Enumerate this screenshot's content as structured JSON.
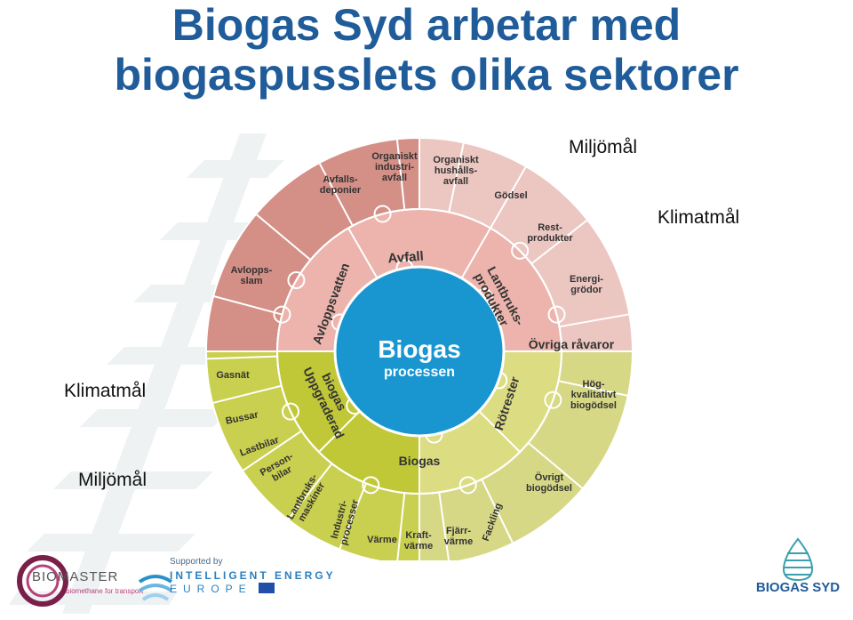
{
  "title": {
    "line1": "Biogas Syd arbetar med",
    "line2": "biogaspusslets olika sektorer"
  },
  "side_labels": {
    "miljomal_top": "Miljömål",
    "klimatmal_right": "Klimatmål",
    "klimatmal_left": "Klimatmål",
    "miljomal_bottom": "Miljömål"
  },
  "wheel": {
    "center": {
      "line1": "Biogas",
      "line2": "processen"
    },
    "middle_ring": {
      "avfall": "Avfall",
      "lantbruk_1": "Lantbruks-",
      "lantbruk_2": "produkter",
      "ovriga": "Övriga råvaror",
      "rotrester": "Rötrester",
      "biogas": "Biogas",
      "uppgraderad_1": "Uppgraderad",
      "uppgraderad_2": "biogas",
      "avloppsvatten": "Avloppsvatten"
    },
    "outer_ring": {
      "avfallsdeponier": [
        "Avfalls-",
        "deponier"
      ],
      "org_industri": [
        "Organiskt",
        "industri-",
        "avfall"
      ],
      "org_hushall": [
        "Organiskt",
        "hushålls-",
        "avfall"
      ],
      "godsel": [
        "Gödsel"
      ],
      "restprodukter": [
        "Rest-",
        "produkter"
      ],
      "energigrodor": [
        "Energi-",
        "grödor"
      ],
      "hogkvalitativt": [
        "Hög-",
        "kvalitativt",
        "biogödsel"
      ],
      "ovrigt_biogodsel": [
        "Övrigt",
        "biogödsel"
      ],
      "fackling": [
        "Fackling"
      ],
      "fjarrvarme": [
        "Fjärr-",
        "värme"
      ],
      "kraftvarme": [
        "Kraft-",
        "värme"
      ],
      "varme": [
        "Värme"
      ],
      "industriprocesser": [
        "Industri-",
        "processer"
      ],
      "lantbruksmaskiner": [
        "Lantbruks-",
        "maskiner"
      ],
      "personbilar": [
        "Person-",
        "bilar"
      ],
      "lastbilar": [
        "Lastbilar"
      ],
      "bussar": [
        "Bussar"
      ],
      "gasnat": [
        "Gasnät"
      ],
      "avloppsslam": [
        "Avlopps-",
        "slam"
      ]
    }
  },
  "footer": {
    "biomaster_brand": "BIOMASTER",
    "biomaster_tagline": "biomethane for transport",
    "supported_by": "Supported by",
    "iee_line1": "INTELLIGENT ENERGY",
    "iee_line2": "EUROPE",
    "biogas_syd_logo": "BIOGAS SYD"
  },
  "colors": {
    "title": "#1f5c99",
    "center": "#1996d0",
    "input_inner": "#ecb4ac",
    "input_outer": "#d48f86",
    "upgrade_inner": "#c0c838",
    "upgrade_outer": "#c9cf4e",
    "digestate_inner": "#dcdc82",
    "digestate_outer": "#d6d886",
    "light_outer": "#ecc6c0",
    "stripe": "#eef2f3"
  }
}
